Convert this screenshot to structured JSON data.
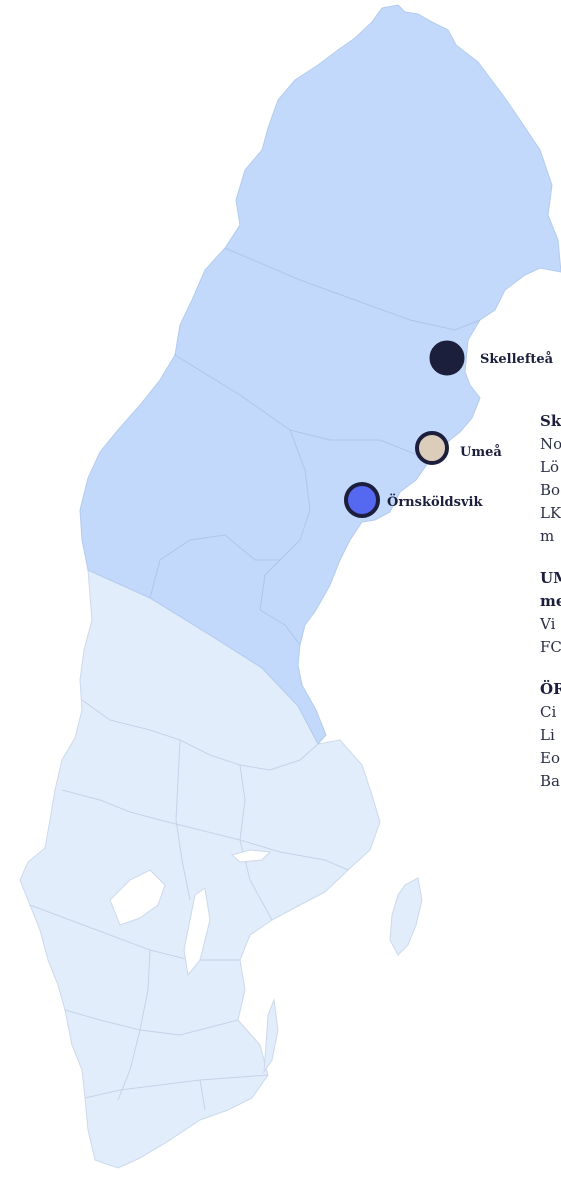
{
  "colors": {
    "north_region": "#c2d9fb",
    "south_region": "#e2edfc",
    "marker_outline": "#1b1f3b"
  },
  "cities": [
    {
      "name": "Skellefteå",
      "color": "#1b1f3b"
    },
    {
      "name": "Umeå",
      "color": "#dccdbb"
    },
    {
      "name": "Örnsköldsvik",
      "color": "#5468f0"
    }
  ],
  "panel": {
    "groups": [
      {
        "heading": [
          "Sk"
        ],
        "lines": [
          "No",
          "Lö",
          "Bo",
          "LK",
          "m"
        ]
      },
      {
        "heading": [
          "UM",
          "me"
        ],
        "lines": [
          "Vi",
          "FC"
        ]
      },
      {
        "heading": [
          "ÖR"
        ],
        "lines": [
          "Ci",
          "Li",
          "Eo",
          "Ba"
        ]
      }
    ]
  }
}
